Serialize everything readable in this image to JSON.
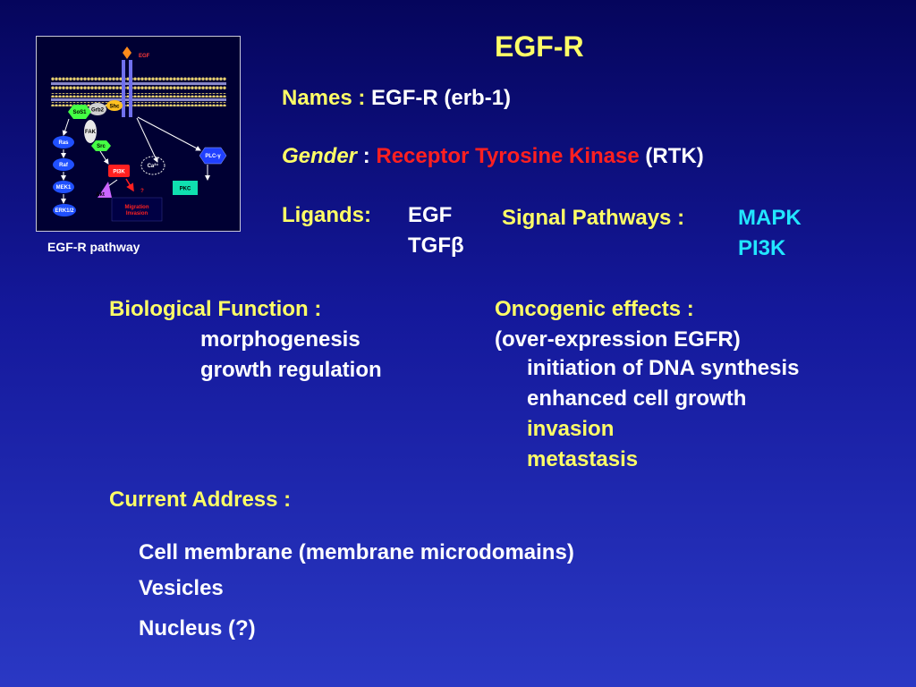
{
  "title": "EGF-R",
  "names": {
    "label": "Names :",
    "value": "EGF-R (erb-1)"
  },
  "gender": {
    "label": "Gender",
    "separator": ":",
    "value": "Receptor Tyrosine Kinase",
    "suffix": "(RTK)"
  },
  "ligands": {
    "label": "Ligands:",
    "items": [
      "EGF",
      "TGFβ"
    ]
  },
  "signal": {
    "label": "Signal Pathways :",
    "items": [
      "MAPK",
      "PI3K"
    ]
  },
  "bio": {
    "label": "Biological Function :",
    "items": [
      "morphogenesis",
      "growth regulation"
    ]
  },
  "onco": {
    "label": "Oncogenic effects :",
    "sub": "(over-expression EGFR)",
    "items": [
      "initiation of DNA synthesis",
      "enhanced cell growth"
    ],
    "highlight_items": [
      "invasion",
      "metastasis"
    ]
  },
  "address": {
    "label": "Current Address :",
    "items": [
      "Cell membrane (membrane microdomains)",
      "Vesicles",
      "Nucleus (?)"
    ]
  },
  "diagram": {
    "caption": "EGF-R pathway",
    "labels": {
      "egf": "EGF",
      "shc": "Shc",
      "grb2": "Grb2",
      "sos1": "SoS1",
      "fak": "FAK",
      "src": "Src",
      "ras": "Ras",
      "raf": "Raf",
      "mek1": "MEK1",
      "erk": "ERK1/2",
      "pi3k": "PI3K",
      "akt": "Akt",
      "ca": "Ca²⁺",
      "plc": "PLC-γ",
      "pkc": "PKC",
      "q": "?",
      "mig1": "Migration",
      "mig2": "Invasion"
    }
  },
  "colors": {
    "title": "#ffff66",
    "highlight": "#ff2020",
    "accent": "#22e6ff",
    "background": "#14189a"
  }
}
